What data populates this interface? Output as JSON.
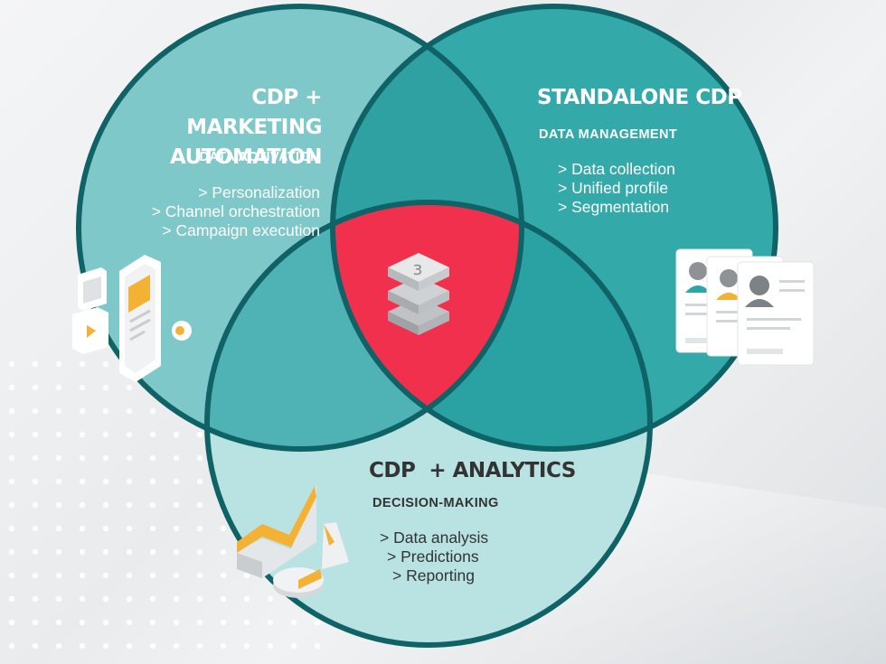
{
  "sets": {
    "left": {
      "title_line1": "CDP + MARKETING",
      "title_line2": "AUTOMATION",
      "subtitle": "DATA ACTIVATION",
      "items": [
        "> Personalization",
        "> Channel orchestration",
        "> Campaign execution"
      ]
    },
    "right": {
      "title": "STANDALONE CDP",
      "subtitle": "DATA MANAGEMENT",
      "items": [
        "> Data collection",
        "> Unified profile",
        "> Segmentation"
      ]
    },
    "bottom": {
      "title": "CDP  + ANALYTICS",
      "subtitle": "DECISION-MAKING",
      "items": [
        "> Data analysis",
        "> Predictions",
        "> Reporting"
      ]
    }
  },
  "center_logo_glyph": "ɜ",
  "colors": {
    "left_fill": "#7fc8c9",
    "right_fill": "#34a9aa",
    "bottom_fill": "#b9e2e2",
    "outline": "#0f6366",
    "center": "#f1304d",
    "accent": "#f3b236"
  }
}
